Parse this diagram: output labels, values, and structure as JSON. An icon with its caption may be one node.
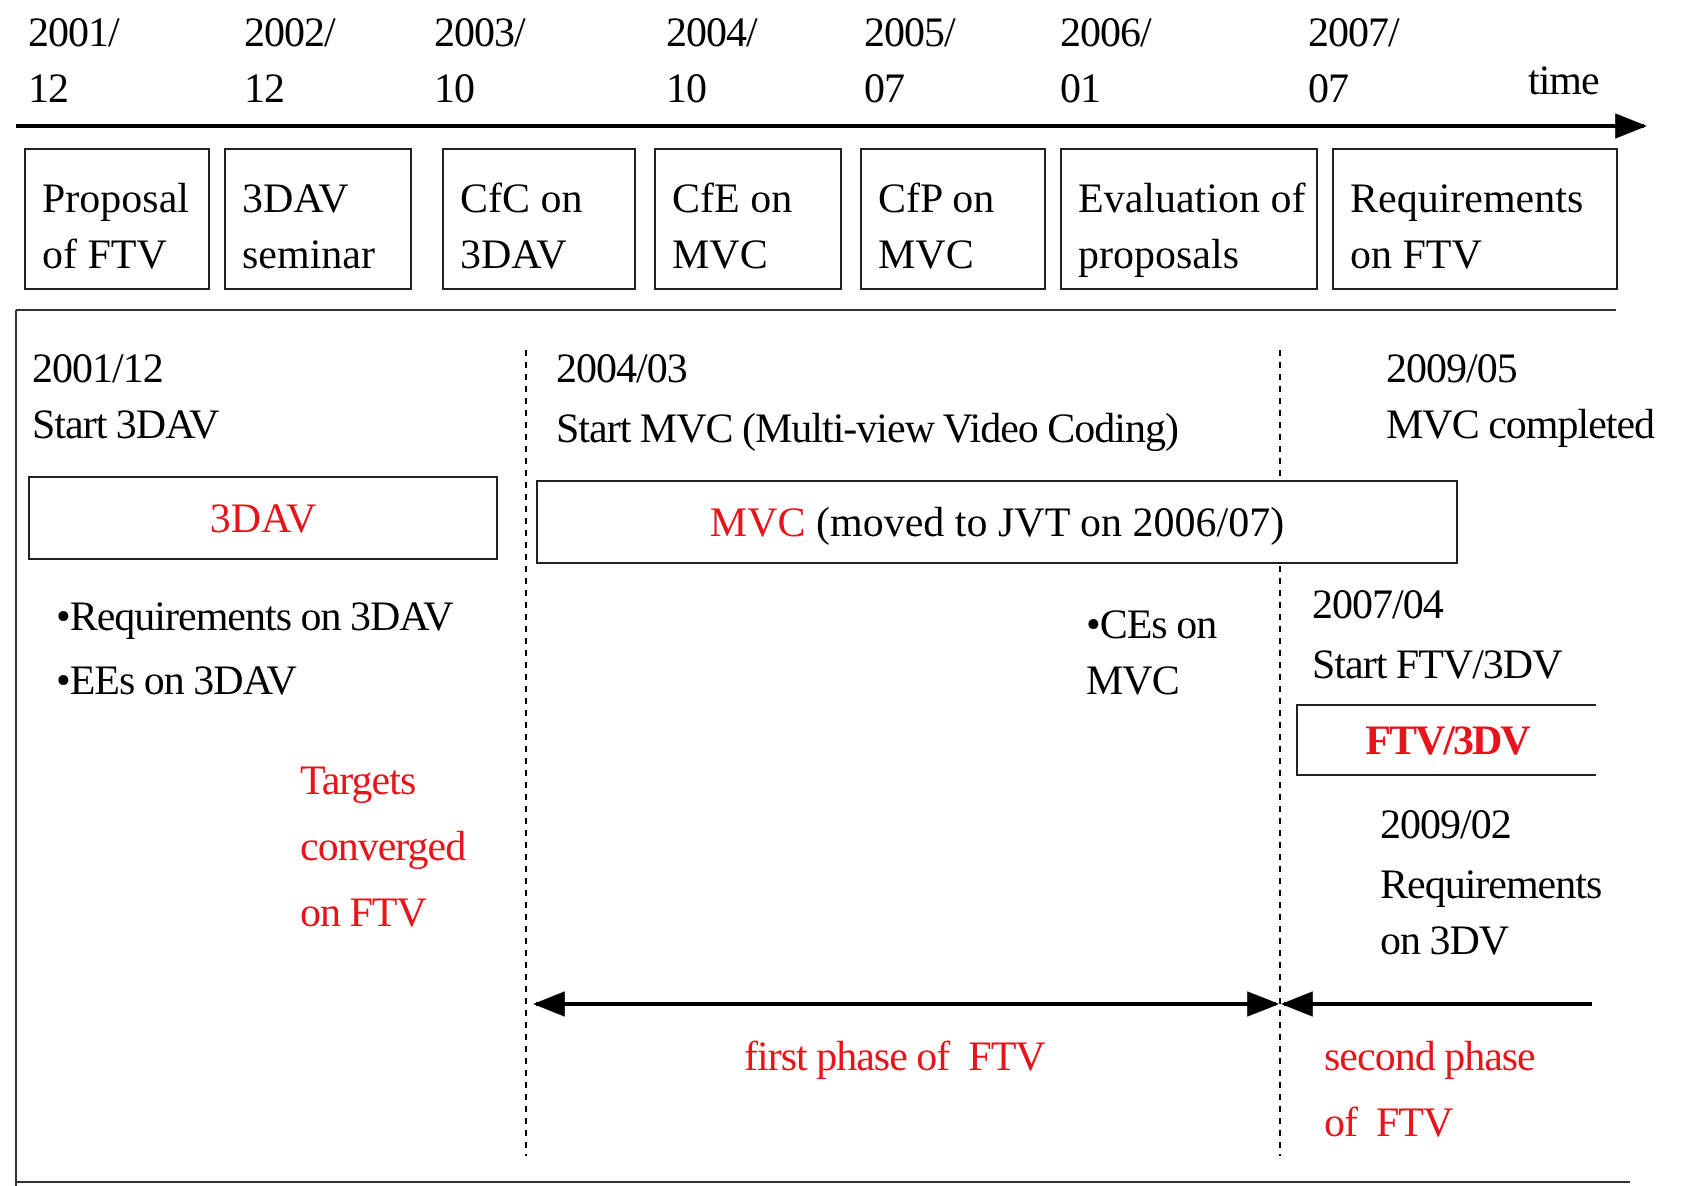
{
  "diagram": {
    "nodes": [
      {
        "text": [
          "Proposal of FTV"
        ]
      },
      {
        "text": [
          "3DAV seminar"
        ]
      },
      {
        "text": [
          "CfC on 3DAV"
        ]
      },
      {
        "text": [
          "CfE on MVC"
        ]
      },
      {
        "text": [
          "CfP on MVC"
        ]
      },
      {
        "text": [
          "Evaluation of proposals"
        ]
      },
      {
        "text": [
          "Requirements on FTV"
        ]
      },
      {
        "text": [
          "3DAV"
        ]
      },
      {
        "text": [
          "MVC",
          "(moved to JVT on 2006/07)"
        ]
      },
      {
        "text": [
          "FTV/3DV"
        ]
      }
    ],
    "labels": [
      "2001/ 12",
      "2002/ 12",
      "2003/ 10",
      "2004/ 10",
      "2005/ 07",
      "2006/ 01",
      "2007/ 07",
      "time",
      "2001/12",
      "Start 3DAV",
      "2004/03",
      "Start MVC (Multi-view Video Coding)",
      "2009/05",
      "MVC completed",
      "•Requirements on 3DAV",
      "•EEs on 3DAV",
      "•CEs on MVC",
      "2007/04",
      "Start FTV/3DV",
      "Targets converged on FTV",
      "2009/02",
      "Requirements on 3DV",
      "first phase of  FTV",
      "second phase of  FTV"
    ]
  }
}
